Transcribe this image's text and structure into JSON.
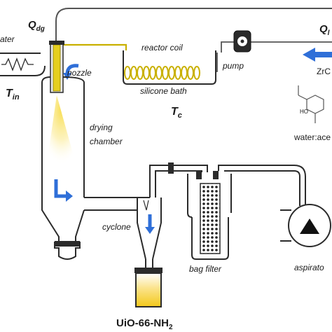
{
  "labels": {
    "q_dg_main": "Q",
    "q_dg_sub": "dg",
    "q_l_main": "Q",
    "q_l_sub": "l",
    "heater": "ater",
    "nozzle": "nozzle",
    "t_in_main": "T",
    "t_in_sub": "in",
    "reactor_coil": "reactor coil",
    "pump": "pump",
    "silicone_bath": "silicone bath",
    "t_c_main": "T",
    "t_c_sub": "c",
    "zr": "ZrC",
    "molecule_ho": "HO",
    "water_acetone": "water:ace",
    "drying": "drying",
    "chamber": "chamber",
    "cyclone": "cyclone",
    "bag_filter": "bag filter",
    "aspirator": "aspirato",
    "product_main": "UiO-66-NH",
    "product_sub": "2"
  },
  "colors": {
    "line": "#2b2b2b",
    "flow_arrow": "#2f6fd8",
    "nozzle_yellow": "#e6cf1f",
    "coil_yellow": "#c9b000",
    "spray_yellow": "#f7dc4a",
    "product_yellow": "#f3c81a",
    "dark_fill": "#222222"
  }
}
